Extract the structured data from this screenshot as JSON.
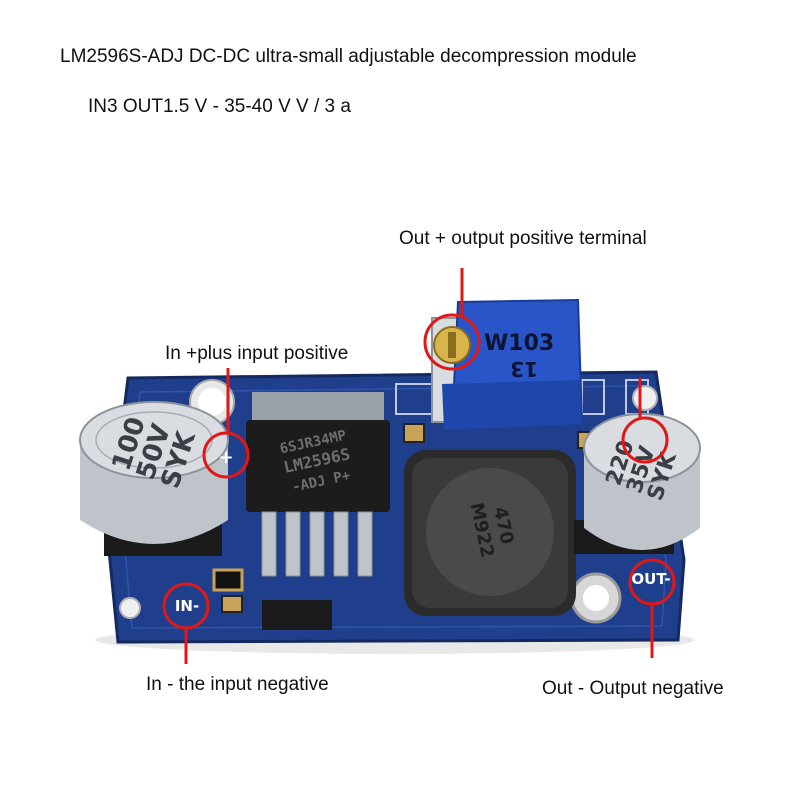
{
  "header": {
    "title": "LM2596S-ADJ DC-DC ultra-small adjustable decompression module",
    "subtitle": "IN3 OUT1.5 V - 35-40 V V / 3 a"
  },
  "callouts": {
    "out_positive": "Out + output positive terminal",
    "in_positive": "In +plus input positive",
    "in_negative": "In - the input negative",
    "out_negative": "Out - Output negative"
  },
  "board": {
    "cap_left": [
      "100",
      "50V",
      "SYK"
    ],
    "cap_right": [
      "220",
      "35V",
      "SYK"
    ],
    "chip_lines": [
      "6SJR34MP",
      "LM2596S",
      "-ADJ P+"
    ],
    "pot_lines": [
      "W103",
      "13"
    ],
    "inductor_lines": [
      "470",
      "M922"
    ],
    "pad_plus": "+",
    "pad_in": "IN-",
    "pad_out": "OUT-"
  },
  "colors": {
    "pcb": "#1f3f8c",
    "pcb_edge": "#14295e",
    "callout_ring": "#e01818",
    "pot_body": "#2a55c8",
    "pot_screw": "#d9b44a",
    "cap_body": "#c9cdd2",
    "inductor": "#3a3a3a"
  }
}
